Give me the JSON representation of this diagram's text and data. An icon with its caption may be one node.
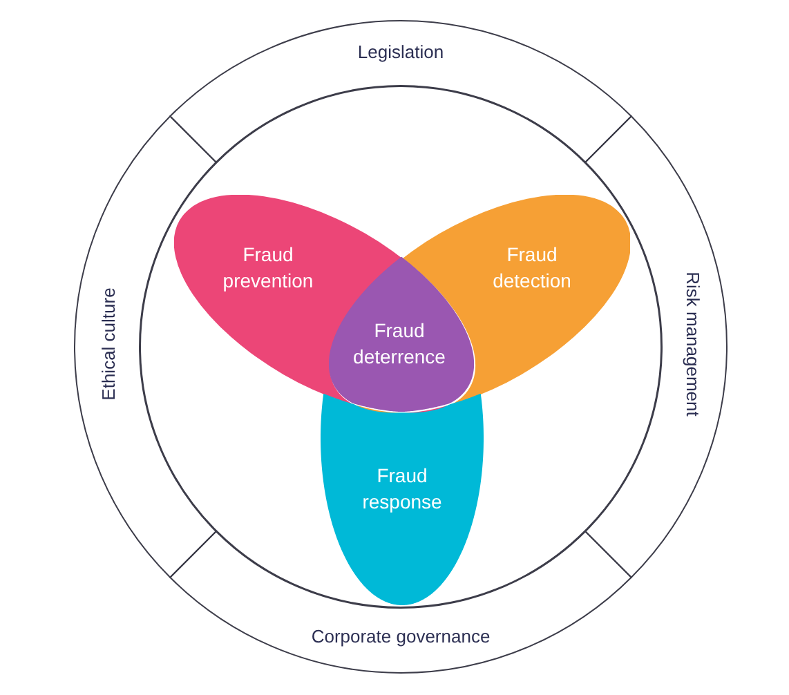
{
  "diagram": {
    "nodes": [
      {
        "text": [
          "Legislation"
        ]
      },
      {
        "text": [
          "Ethical culture"
        ]
      },
      {
        "text": [
          "Risk management"
        ]
      },
      {
        "text": [
          "Corporate governance"
        ]
      },
      {
        "text": [],
        "shape": "circle"
      },
      {
        "text": [
          "Fraud prevention"
        ],
        "in": 4
      },
      {
        "text": [
          "Fraud detection"
        ],
        "in": 4
      },
      {
        "text": [
          "Fraud deterrence"
        ]
      },
      {
        "text": [
          "Fraud response"
        ],
        "in": 4
      }
    ]
  }
}
